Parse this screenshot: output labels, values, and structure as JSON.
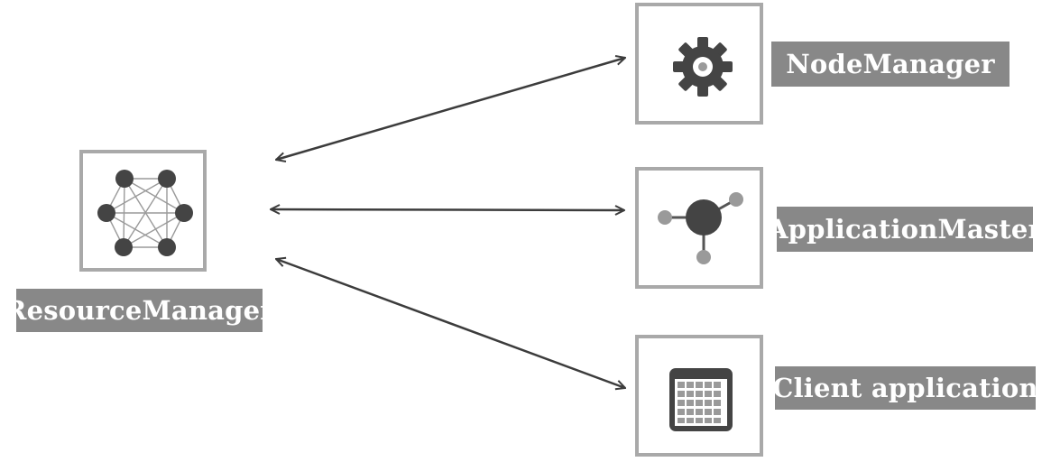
{
  "nodes": {
    "resource_manager": {
      "label": "ResourceManager",
      "icon": "network-mesh-icon"
    },
    "node_manager": {
      "label": "NodeManager",
      "icon": "gear-icon"
    },
    "application_master": {
      "label": "ApplicationMaster",
      "icon": "molecule-icon"
    },
    "client_application": {
      "label": "Client application",
      "icon": "calendar-grid-icon"
    }
  },
  "colors": {
    "box_border": "#a9a9a9",
    "label_background": "#888888",
    "label_text": "#ffffff",
    "arrow": "#3c3c3c",
    "icon_dark": "#444444",
    "icon_light": "#9a9a9a"
  }
}
